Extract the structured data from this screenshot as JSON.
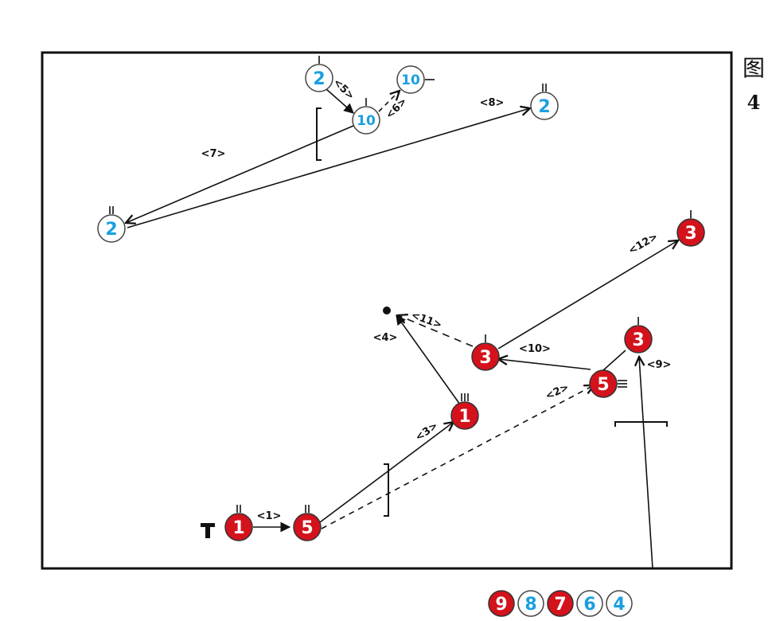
{
  "figure": {
    "char": "图",
    "number": "4"
  },
  "colors": {
    "red": "#d4121c",
    "blue": "#1a9fe0",
    "line": "#111111"
  },
  "players": [
    {
      "id": "p-red-1",
      "team": "red",
      "number": "1",
      "marks": 2
    },
    {
      "id": "p-red-5",
      "team": "red",
      "number": "5",
      "marks": 2
    },
    {
      "id": "p-red-1b",
      "team": "red",
      "number": "1",
      "marks": 3
    },
    {
      "id": "p-red-3a",
      "team": "red",
      "number": "3",
      "marks": 1
    },
    {
      "id": "p-red-5b",
      "team": "red",
      "number": "5",
      "marks": 3
    },
    {
      "id": "p-red-3b",
      "team": "red",
      "number": "3",
      "marks": 1
    },
    {
      "id": "p-red-3c",
      "team": "red",
      "number": "3",
      "marks": 1
    },
    {
      "id": "p-blue-2a",
      "team": "blue",
      "number": "2",
      "marks": 1
    },
    {
      "id": "p-blue-10a",
      "team": "blue",
      "number": "10",
      "marks": 1
    },
    {
      "id": "p-blue-10b",
      "team": "blue",
      "number": "10",
      "marks": 1
    },
    {
      "id": "p-blue-2b",
      "team": "blue",
      "number": "2",
      "marks": 2
    },
    {
      "id": "p-blue-2c",
      "team": "blue",
      "number": "2",
      "marks": 2
    }
  ],
  "steps": [
    "<1>",
    "<2>",
    "<3>",
    "<4>",
    "<5>",
    "<6>",
    "<7>",
    "<8>",
    "<9>",
    "<10>",
    "<11>",
    "<12>"
  ],
  "start_mark": "T",
  "bench": [
    {
      "team": "red",
      "number": "9"
    },
    {
      "team": "blue",
      "number": "8"
    },
    {
      "team": "red",
      "number": "7"
    },
    {
      "team": "blue",
      "number": "6"
    },
    {
      "team": "blue",
      "number": "4"
    }
  ]
}
